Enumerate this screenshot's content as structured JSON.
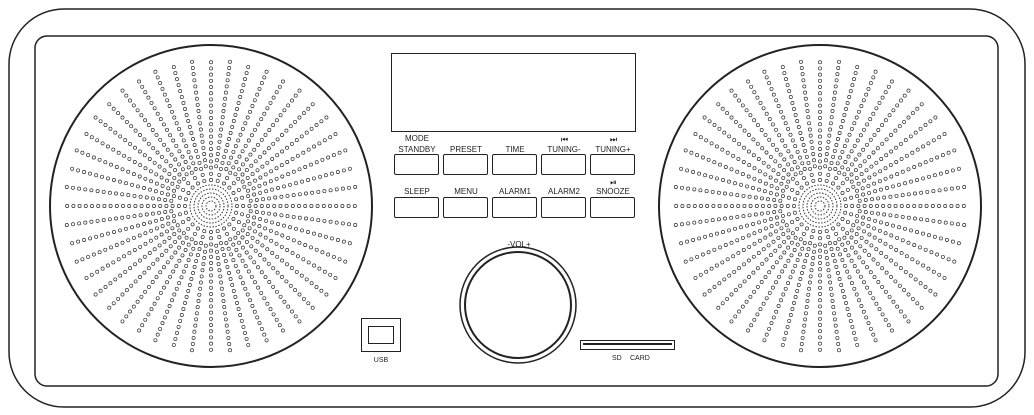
{
  "device": {
    "buttons_top": [
      {
        "label": "STANDBY",
        "sublabel": "MODE",
        "icon": ""
      },
      {
        "label": "PRESET",
        "sublabel": "",
        "icon": ""
      },
      {
        "label": "TIME",
        "sublabel": "",
        "icon": ""
      },
      {
        "label": "TUNING-",
        "sublabel": "",
        "icon": "⏮"
      },
      {
        "label": "TUNING+",
        "sublabel": "",
        "icon": "⏭"
      }
    ],
    "buttons_bottom": [
      {
        "label": "SLEEP",
        "icon": ""
      },
      {
        "label": "MENU",
        "icon": ""
      },
      {
        "label": "ALARM1",
        "icon": ""
      },
      {
        "label": "ALARM2",
        "icon": ""
      },
      {
        "label": "SNOOZE",
        "icon": "⏯"
      }
    ],
    "volume_label": "-VOL+",
    "usb_label": "USB",
    "sd_label": "SD",
    "card_label": "CARD"
  }
}
